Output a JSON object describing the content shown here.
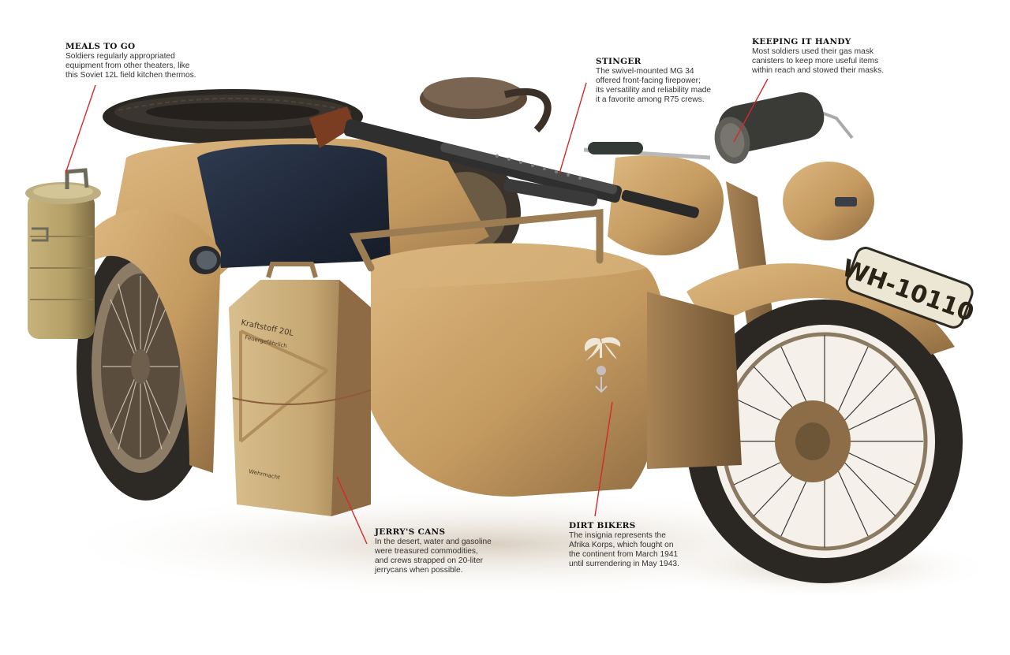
{
  "diagram": {
    "subject": "Sidecar motorcycle cutaway illustration",
    "license_plate": "WH-10110",
    "jerrycan_stencil": [
      "Kraftstoff 20L",
      "Feuergefährlich",
      "Wehrmacht"
    ],
    "colors": {
      "leader_line": "#d42a2a",
      "sand_body": "#c9a36b",
      "sand_shadow": "#8a6b42",
      "seat_navy": "#1e2738",
      "tire_dark": "#2b2824",
      "background": "#ffffff"
    }
  },
  "callouts": [
    {
      "id": "meals",
      "title": "MEALS TO GO",
      "body": "Soldiers regularly appropriated\nequipment from other theaters, like\nthis Soviet 12L field kitchen thermos."
    },
    {
      "id": "stinger",
      "title": "STINGER",
      "body": "The swivel-mounted MG 34\noffered front-facing firepower;\nits versatility and reliability made\nit a favorite among R75 crews."
    },
    {
      "id": "keeping",
      "title": "KEEPING IT HANDY",
      "body": "Most soldiers used their gas mask\ncanisters to keep more useful items\nwithin reach and stowed their masks."
    },
    {
      "id": "jerrys",
      "title": "JERRY'S CANS",
      "body": "In the desert, water and gasoline\nwere treasured commodities,\nand crews strapped on 20-liter\njerrycans when possible."
    },
    {
      "id": "dirt",
      "title": "DIRT BIKERS",
      "body": "The insignia represents the\nAfrika Korps, which fought on\nthe continent from March 1941\nuntil surrendering in May 1943."
    }
  ]
}
